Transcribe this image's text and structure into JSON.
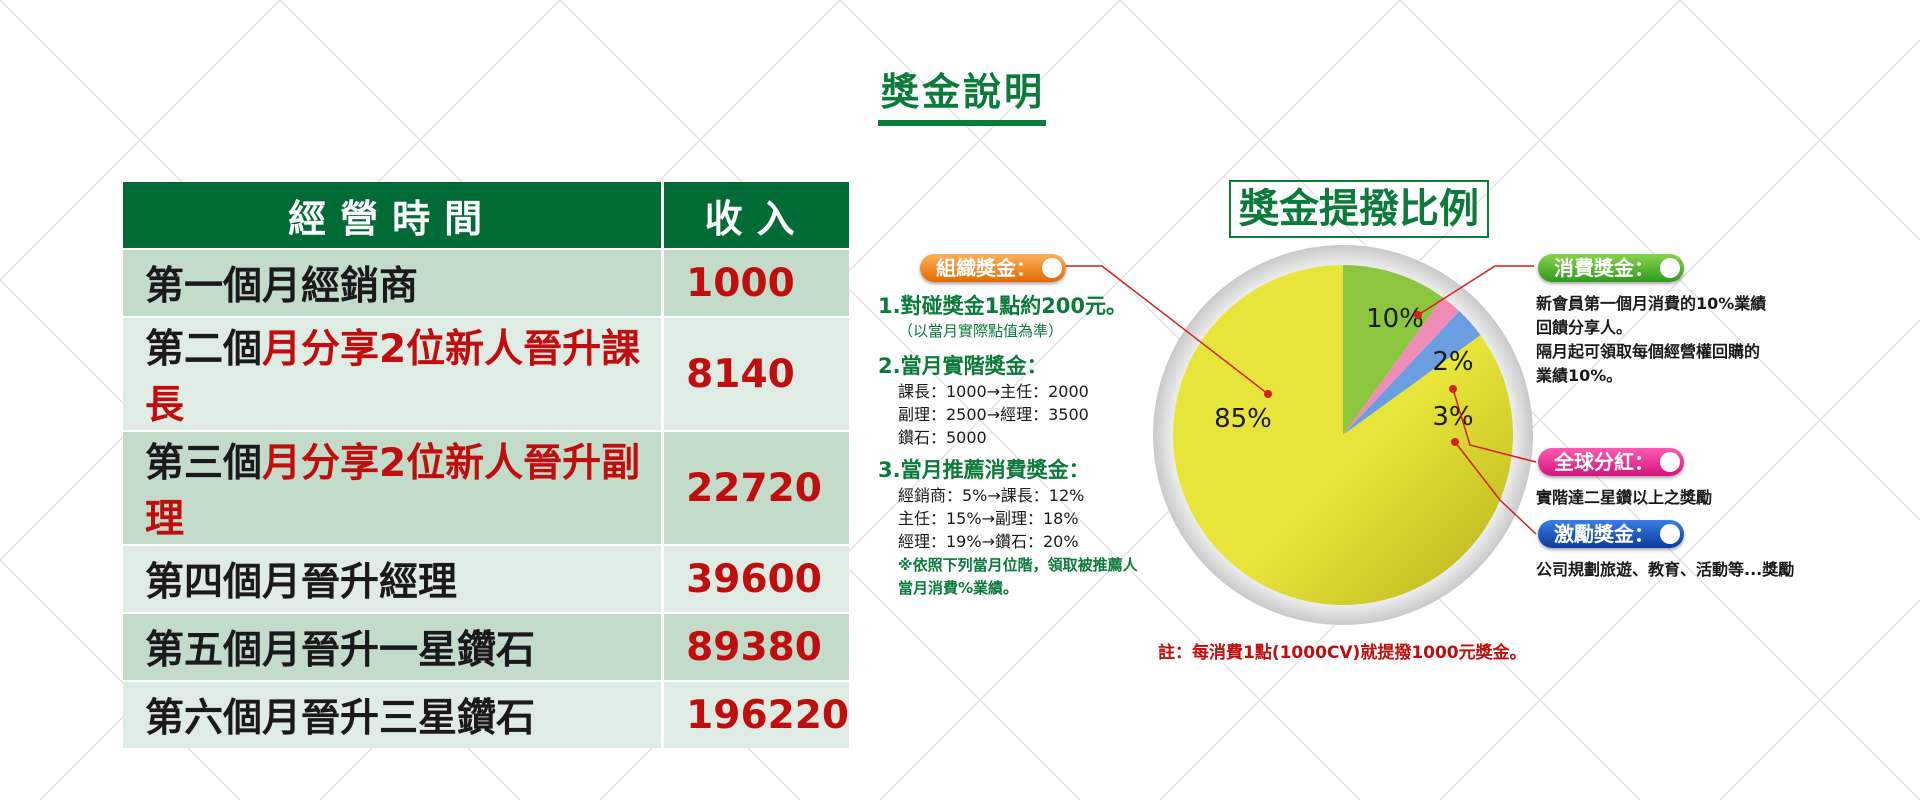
{
  "title": "獎金說明",
  "table": {
    "headers": [
      "經營時間",
      "收入"
    ],
    "rows": [
      {
        "plain": "第一個月經銷商",
        "highlight": "",
        "income": "1000"
      },
      {
        "plain": "第二個",
        "highlight": "月分享2位新人晉升課長",
        "income": "8140"
      },
      {
        "plain": "第三個",
        "highlight": "月分享2位新人晉升副理",
        "income": "22720"
      },
      {
        "plain": "第四個月晉升經理",
        "highlight": "",
        "income": "39600"
      },
      {
        "plain": "第五個月晉升一星鑽石",
        "highlight": "",
        "income": "89380"
      },
      {
        "plain": "第六個月晉升三星鑽石",
        "highlight": "",
        "income": "196220"
      }
    ]
  },
  "middle": {
    "org_tag": "組織獎金：",
    "item1_title": "1.對碰獎金1點約200元。",
    "item1_note": "（以當月實際點值為準）",
    "item2_title": "2.當月實階獎金：",
    "item2_lines": [
      "課長：1000→主任：2000",
      "副理：2500→經理：3500",
      "鑽石：5000"
    ],
    "item3_title": "3.當月推薦消費獎金：",
    "item3_lines": [
      "經銷商：5%→課長：12%",
      "主任：15%→副理：18%",
      "經理：19%→鑽石：20%"
    ],
    "item3_note": [
      "※依照下列當月位階，領取被推薦人",
      "當月消費%業績。"
    ]
  },
  "chart_title": "獎金提撥比例",
  "chart_data": {
    "type": "pie",
    "title": "獎金提撥比例",
    "slices": [
      {
        "label": "消費獎金",
        "value": 10,
        "display": "10%",
        "color": "#8cc63f"
      },
      {
        "label": "全球分紅",
        "value": 2,
        "display": "2%",
        "color": "#f08cb8"
      },
      {
        "label": "激勵獎金",
        "value": 3,
        "display": "3%",
        "color": "#6a9ee0"
      },
      {
        "label": "組織獎金",
        "value": 85,
        "display": "85%",
        "color": "#e8e53a"
      }
    ]
  },
  "right": {
    "consume_tag": "消費獎金：",
    "consume_lines": [
      "新會員第一個月消費的10%業績",
      "回饋分享人。",
      "隔月起可領取每個經營權回購的",
      "業績10%。"
    ],
    "global_tag": "全球分紅：",
    "global_text": "實階達二星鑽以上之獎勵",
    "incentive_tag": "激勵獎金：",
    "incentive_text": "公司規劃旅遊、教育、活動等...獎勵"
  },
  "note": "註：每消費1點(1000CV)就提撥1000元獎金。",
  "colors": {
    "brand_green": "#0b7a3b",
    "accent_red": "#c00d0d"
  }
}
